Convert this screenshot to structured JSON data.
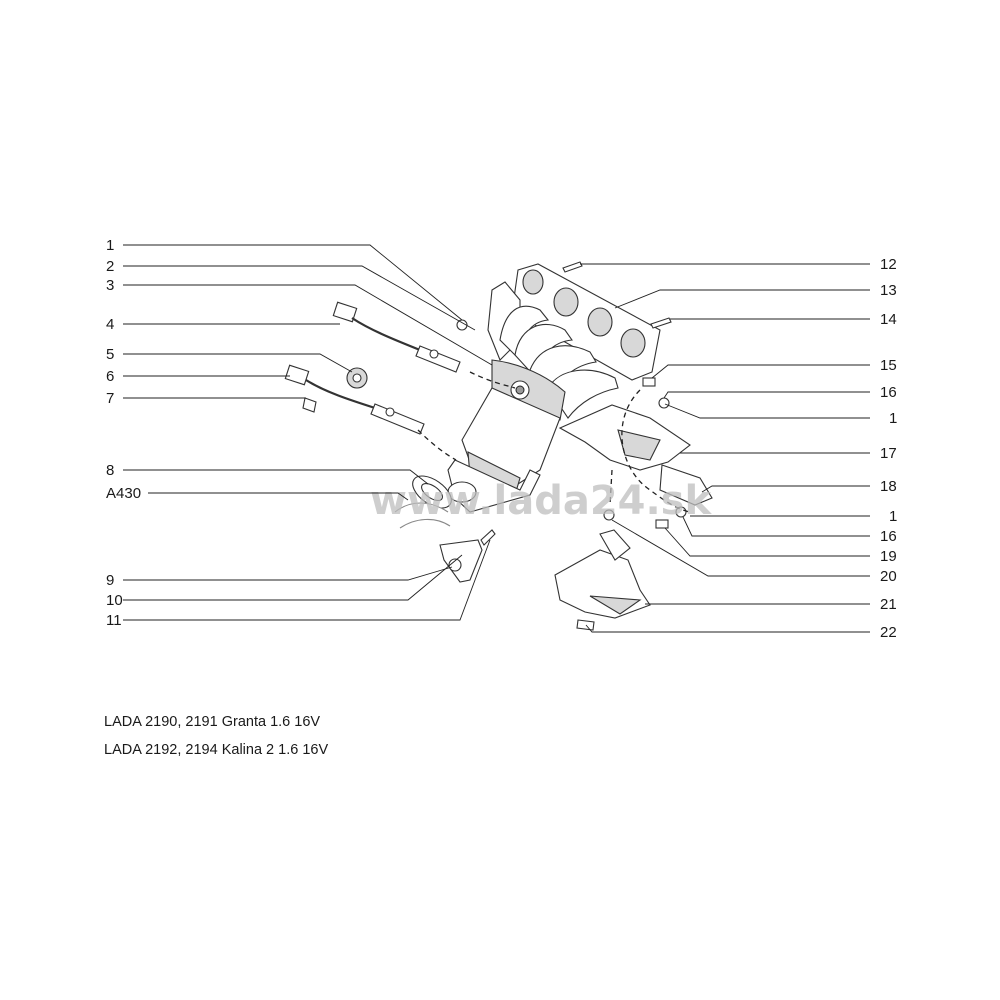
{
  "callouts_left": [
    {
      "label": "1"
    },
    {
      "label": "2"
    },
    {
      "label": "3"
    },
    {
      "label": "4"
    },
    {
      "label": "5"
    },
    {
      "label": "6"
    },
    {
      "label": "7"
    },
    {
      "label": "8"
    },
    {
      "label": "A430"
    },
    {
      "label": "9"
    },
    {
      "label": "10"
    },
    {
      "label": "11"
    }
  ],
  "callouts_right": [
    {
      "label": "12"
    },
    {
      "label": "13"
    },
    {
      "label": "14"
    },
    {
      "label": "15"
    },
    {
      "label": "16"
    },
    {
      "label": "1"
    },
    {
      "label": "17"
    },
    {
      "label": "18"
    },
    {
      "label": "1"
    },
    {
      "label": "16"
    },
    {
      "label": "19"
    },
    {
      "label": "20"
    },
    {
      "label": "21"
    },
    {
      "label": "22"
    }
  ],
  "watermark": "www.lada24.sk",
  "captions": [
    "LADA 2190, 2191 Granta 1.6 16V",
    "LADA 2192, 2194 Kalina 2 1.6 16V"
  ]
}
